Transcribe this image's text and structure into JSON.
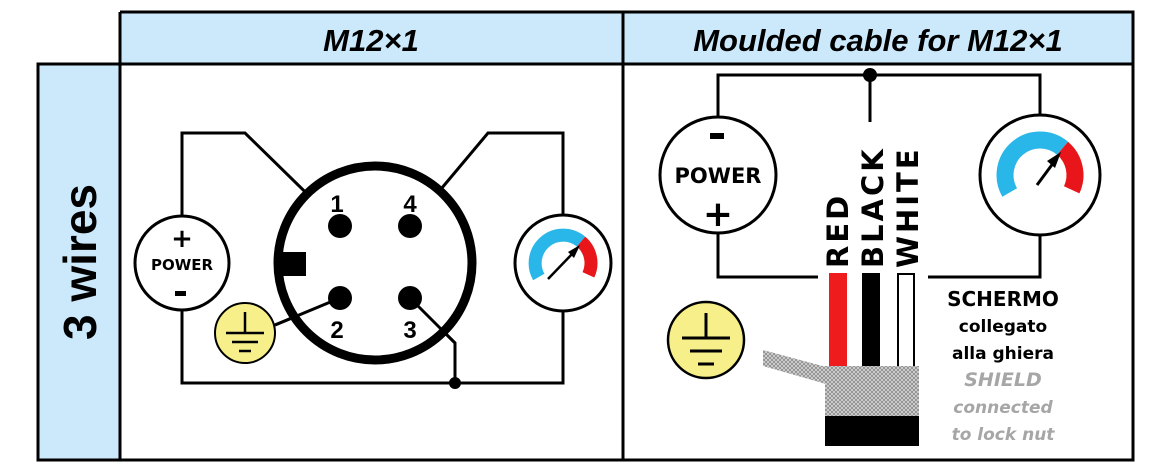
{
  "table": {
    "columns": [
      "M12×1",
      "Moulded cable for M12×1"
    ],
    "row_label": "3 wires"
  },
  "m12_diagram": {
    "power": {
      "plus": "+",
      "label": "POWER",
      "minus": "-"
    },
    "pins": [
      "1",
      "4",
      "2",
      "3"
    ]
  },
  "cable_diagram": {
    "power": {
      "minus": "-",
      "label": "POWER",
      "plus": "+"
    },
    "wires": [
      "RED",
      "BLACK",
      "WHITE"
    ],
    "notes": [
      "SCHERMO",
      "collegato",
      "alla ghiera"
    ],
    "notes_en": [
      "SHIELD",
      "connected",
      "to lock nut"
    ]
  },
  "colors": {
    "header": "#cce9fb",
    "ground": "#f7f08a",
    "gauge_blue": "#29b6e8",
    "gauge_red": "#e8161b",
    "wire_red": "#ee1c1c"
  }
}
